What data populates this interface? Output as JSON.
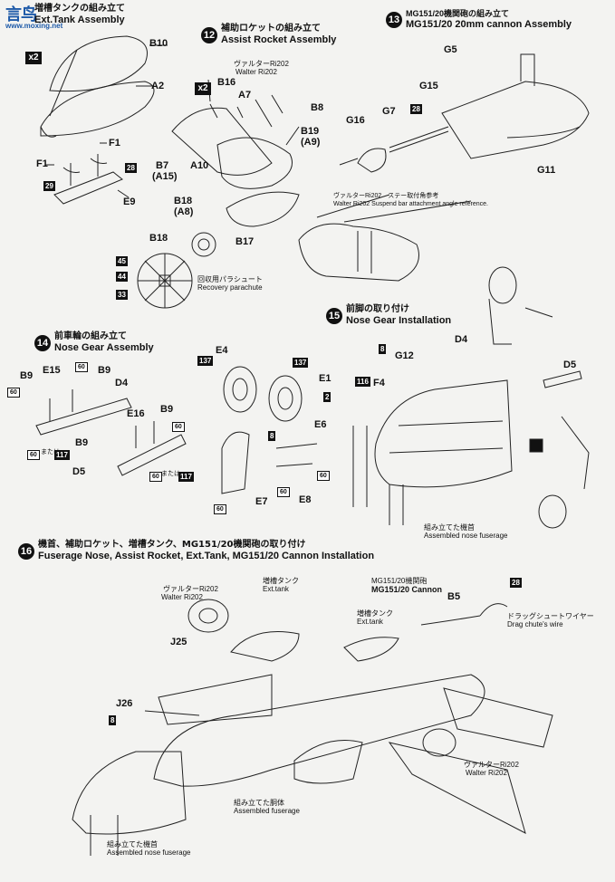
{
  "watermark": {
    "logo": "言鸟",
    "url": "www.moxing.net"
  },
  "s11": {
    "title_en": "Ext.Tank Assembly",
    "title_jp": "増槽タンクの組み立て",
    "x2": "x2",
    "labels": {
      "b10": "B10",
      "a2": "A2",
      "f1a": "F1",
      "f1b": "F1",
      "e9": "E9"
    },
    "badges": {
      "b28": "28",
      "b29": "29"
    }
  },
  "s12": {
    "num": "12",
    "title_jp": "補助ロケットの組み立て",
    "title_en": "Assist Rocket Assembly",
    "x2": "x2",
    "walter_jp": "ヴァルターRi202",
    "walter_en": "Walter Ri202",
    "labels": {
      "b16": "B16",
      "a7": "A7",
      "b8": "B8",
      "b19": "B19",
      "a9": "(A9)",
      "b7": "B7",
      "a15": "(A15)",
      "a10": "A10",
      "b18": "B18",
      "a8": "(A8)",
      "b17": "B17",
      "b18b": "B18"
    },
    "badges": {
      "b45": "45",
      "b44": "44",
      "b33": "33"
    },
    "parachute_jp": "回収用パラシュート",
    "parachute_en": "Recovery parachute"
  },
  "s13": {
    "num": "13",
    "title_jp": "MG151/20機関砲の組み立て",
    "title_en": "MG151/20 20mm cannon Assembly",
    "labels": {
      "g5": "G5",
      "g15": "G15",
      "g16": "G16",
      "g7": "G7",
      "g11": "G11"
    },
    "badges": {
      "b28": "28"
    },
    "ref_jp": "ヴァルターRi202　ステー取付角参考",
    "ref_en": "Walter Ri202  Suspend bar attachment angle reference."
  },
  "s14": {
    "num": "14",
    "title_jp": "前車輪の組み立て",
    "title_en": "Nose Gear Assembly",
    "labels": {
      "b9a": "B9",
      "e15": "E15",
      "b9b": "B9",
      "d4": "D4",
      "e16": "E16",
      "b9c": "B9",
      "b9d": "B9",
      "d5": "D5",
      "e4": "E4",
      "e1": "E1",
      "e6": "E6",
      "e7": "E7",
      "e8": "E8"
    },
    "badges": {
      "b60a": "60",
      "b60b": "60",
      "b60c": "60",
      "b60d": "60",
      "b60e": "60",
      "b117a": "117",
      "b117b": "117",
      "b137a": "137",
      "b137b": "137",
      "b2": "2",
      "b8": "8",
      "b60f": "60",
      "b60g": "60",
      "b60h": "60"
    },
    "or": "または or"
  },
  "s15": {
    "num": "15",
    "title_jp": "前脚の取り付け",
    "title_en": "Nose Gear Installation",
    "labels": {
      "d4": "D4",
      "g12": "G12",
      "f4": "F4",
      "d5": "D5"
    },
    "badges": {
      "b8": "8",
      "b116": "116"
    },
    "nose_jp": "組み立てた機首",
    "nose_en": "Assembled nose fuserage"
  },
  "s16": {
    "num": "16",
    "title_jp": "機首、補助ロケット、増槽タンク、MG151/20機関砲の取り付け",
    "title_en": "Fuserage Nose, Assist Rocket, Ext.Tank, MG151/20 Cannon Installation",
    "walter_jp": "ヴァルターRi202",
    "walter_en": "Walter Ri202",
    "tank_jp": "増槽タンク",
    "tank_en": "Ext.tank",
    "cannon_jp": "MG151/20機関砲",
    "cannon_en": "MG151/20 Cannon",
    "tank2_jp": "増槽タンク",
    "tank2_en": "Ext.tank",
    "labels": {
      "j25": "J25",
      "j26": "J26",
      "b5": "B5"
    },
    "badges": {
      "b28": "28",
      "b8": "8"
    },
    "chute_jp": "ドラッグシュートワイヤー",
    "chute_en": "Drag chute's wire",
    "walter2_jp": "ヴァルターRi202",
    "walter2_en": "Walter Ri202",
    "fus_jp": "組み立てた胴体",
    "fus_en": "Assembled fuserage",
    "nose_jp": "組み立てた機首",
    "nose_en": "Assembled nose fuserage"
  }
}
